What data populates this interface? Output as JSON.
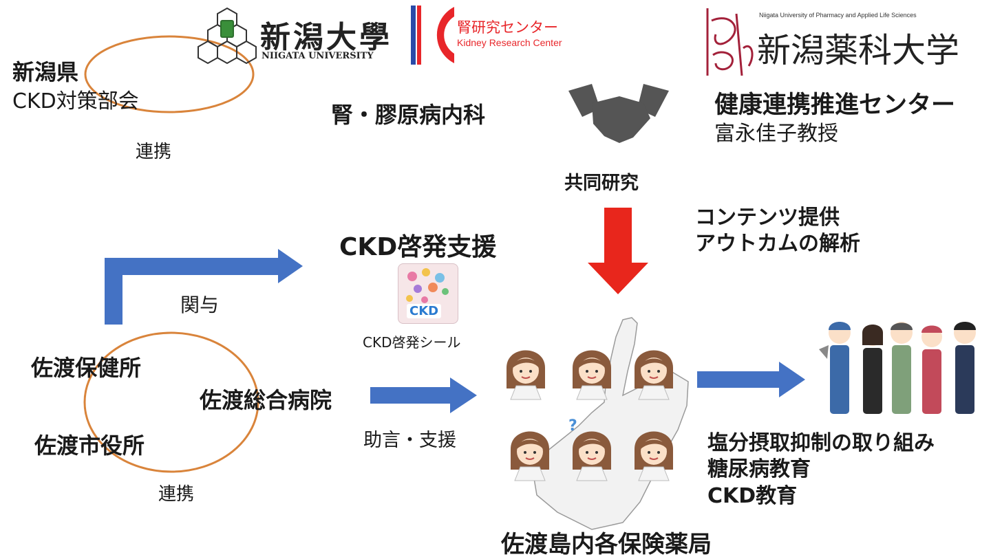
{
  "colors": {
    "blue_arrow": "#4472c4",
    "red_arrow": "#e8261c",
    "ellipse": "#d9843b",
    "kidney_red": "#e8262a",
    "kidney_blue": "#2b4aa8",
    "pharma_red": "#a3213a",
    "handshake": "#555555"
  },
  "logos": {
    "niigata_univ": {
      "jp": "新潟大學",
      "en": "NIIGATA UNIVERSITY"
    },
    "kidney_center": {
      "jp": "腎研究センター",
      "en": "Kidney Research Center"
    },
    "pharma_univ": {
      "en": "Niigata University of Pharmacy and Applied Life Sciences",
      "jp": "新潟薬科大学"
    }
  },
  "nodes": {
    "prefecture": {
      "title": "新潟県",
      "sub": "CKD対策部会"
    },
    "renal_dept": "腎・膠原病内科",
    "health_center": {
      "title": "健康連携推進センター",
      "sub": "富永佳子教授"
    },
    "joint_research": "共同研究",
    "contents": [
      "コンテンツ提供",
      "アウトカムの解析"
    ],
    "ckd_support": "CKD啓発支援",
    "sticker_label": "CKD啓発シール",
    "sticker_text": "CKD",
    "involvement": "関与",
    "hokenjo": "佐渡保健所",
    "hospital": "佐渡総合病院",
    "city_office": "佐渡市役所",
    "advice": "助言・支援",
    "pharmacies": "佐渡島内各保険薬局",
    "education": [
      "塩分摂取抑制の取り組み",
      "糖尿病教育",
      "CKD教育"
    ]
  },
  "links": {
    "top": "連携",
    "bottom": "連携"
  },
  "icons": [
    "handshake-icon",
    "pharmacist-icon",
    "question-icon",
    "worker-icon"
  ]
}
